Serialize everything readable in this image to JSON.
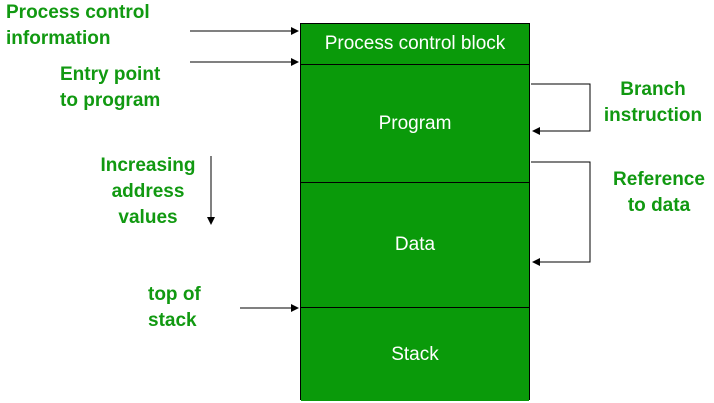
{
  "colors": {
    "block_fill": "#0a9a0a",
    "label_text": "#119911",
    "block_text": "#ffffff",
    "line": "#000000"
  },
  "labels": {
    "process_control_information": "Process control\ninformation",
    "entry_point": "Entry point\nto program",
    "increasing_address": "Increasing\naddress\nvalues",
    "top_of_stack": "top of\nstack",
    "branch_instruction": "Branch\ninstruction",
    "reference_to_data": "Reference\nto data"
  },
  "block": {
    "pcb": "Process control block",
    "program": "Program",
    "data": "Data",
    "stack": "Stack"
  }
}
